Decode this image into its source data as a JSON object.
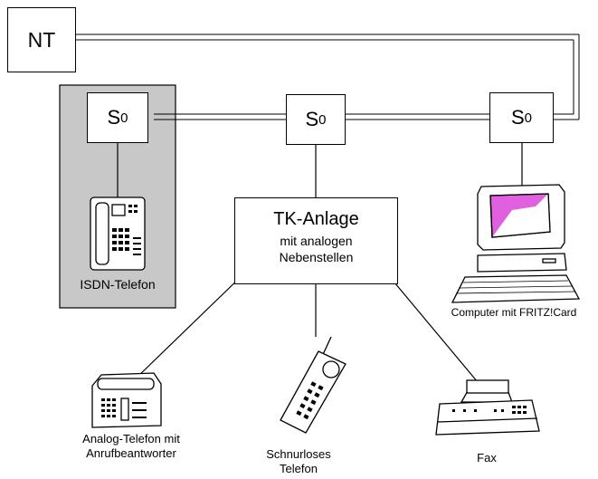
{
  "nodes": {
    "nt": "NT",
    "s0_label": "S",
    "s0_sub": "0",
    "tk_title": "TK-Anlage",
    "tk_line1": "mit analogen",
    "tk_line2": "Nebenstellen"
  },
  "devices": {
    "isdn": "ISDN-Telefon",
    "computer": "Computer mit FRITZ!Card",
    "analog_line1": "Analog-Telefon mit",
    "analog_line2": "Anrufbeantworter",
    "cordless_line1": "Schnurloses",
    "cordless_line2": "Telefon",
    "fax": "Fax"
  },
  "colors": {
    "isdn_panel": "#c8c8c8",
    "computer_screen": "#e060e0"
  },
  "icons": [
    "isdn-phone-icon",
    "computer-icon",
    "analog-phone-icon",
    "cordless-phone-icon",
    "fax-icon"
  ]
}
